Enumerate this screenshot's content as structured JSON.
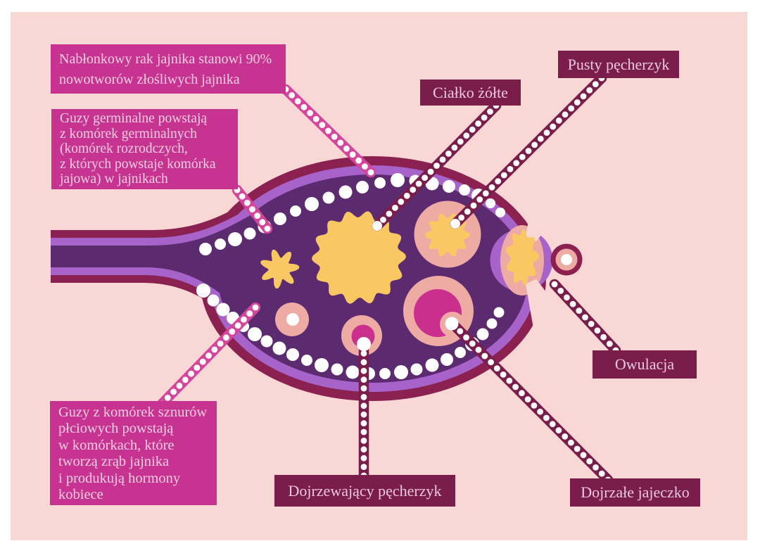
{
  "palette": {
    "page_bg": "#ffffff",
    "canvas_bg": "#f8d7d5",
    "wall_maroon": "#8b2150",
    "wall_light_purple": "#a763c9",
    "wall_dark_purple": "#5c2a6e",
    "label_dark_bg": "#7b1d4b",
    "note_magenta_bg": "#c73391",
    "note_text": "#f4cfe2",
    "label_text": "#ecc9dc",
    "salmon": "#eeaba4",
    "yellow": "#f9c863",
    "magenta_follicle": "#ca2f8e",
    "chain_pink": "#d6459c",
    "chain_maroon": "#7b1d4b",
    "dot_white": "#ffffff"
  },
  "notes": {
    "epithelial": {
      "lines": [
        "Nabłonkowy rak jajnika stanowi 90%",
        "nowotworów złośliwych jajnika"
      ]
    },
    "germinal": {
      "lines": [
        "Guzy germinalne powstają",
        "z komórek germinalnych",
        "(komórek rozrodczych,",
        "z których powstaje komórka",
        "jajowa) w jajnikach"
      ]
    },
    "sex_cord": {
      "lines": [
        "Guzy z komórek sznurów",
        "płciowych powstają",
        "w komórkach, które",
        "tworzą zrąb jajnika",
        "i produkują hormony",
        "kobiece"
      ]
    }
  },
  "labels": {
    "corpus_luteum": {
      "text": "Ciałko żółte"
    },
    "empty_follicle": {
      "text": "Pusty pęcherzyk"
    },
    "ovulation": {
      "text": "Owulacja"
    },
    "maturing_follicle": {
      "text": "Dojrzewający pęcherzyk"
    },
    "mature_egg": {
      "text": "Dojrzałe jajeczko"
    }
  }
}
